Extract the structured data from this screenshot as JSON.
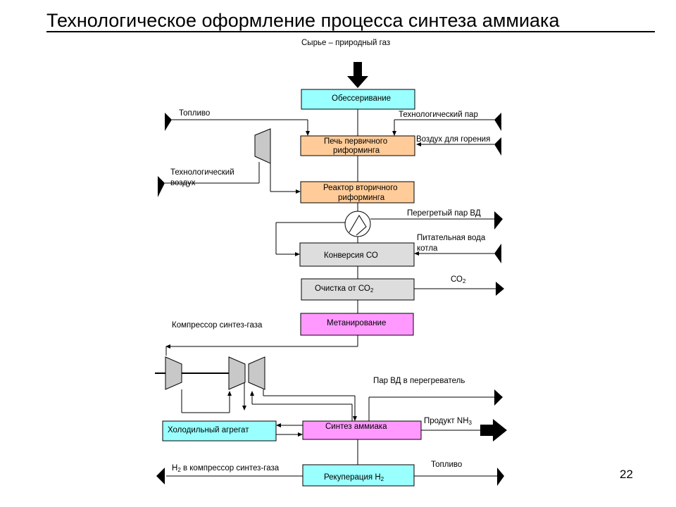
{
  "title": "Технологическое оформление процесса синтеза аммиака",
  "page_number": "22",
  "colors": {
    "cyan": "#99ffff",
    "orange": "#ffcc99",
    "gray": "#dddddd",
    "magenta": "#ff99ff"
  },
  "blocks": {
    "desulfurization": "Обессеривание",
    "primary_reforming_1": "Печь первичного",
    "primary_reforming_2": "риформинга",
    "secondary_reforming_1": "Реактор вторичного",
    "secondary_reforming_2": "риформинга",
    "co_conversion": "Конверсия СО",
    "co2_removal": "Очистка от СО",
    "methanation": "Метанирование",
    "refrigeration": "Холодильный агрегат",
    "ammonia_synthesis": "Синтез аммиака",
    "h2_recovery": "Рекуперация Н"
  },
  "labels": {
    "feed": "Сырье – природный газ",
    "fuel_left": "Топливо",
    "process_steam": "Технологический пар",
    "combustion_air": "Воздух для горения",
    "process_air_1": "Технологический",
    "process_air_2": "воздух",
    "superheated_steam": "Перегретый пар ВД",
    "boiler_water_1": "Питательная вода",
    "boiler_water_2": "котла",
    "co2_out": "СО",
    "compressor": "Компрессор синтез-газа",
    "hp_steam": "Пар ВД в перегреватель",
    "product": "Продукт NH",
    "h2_to_compressor": "Н",
    "h2_to_compressor_rest": " в компрессор синтез-газа",
    "fuel_right": "Топливо"
  },
  "subscripts": {
    "two": "2",
    "three": "3"
  }
}
